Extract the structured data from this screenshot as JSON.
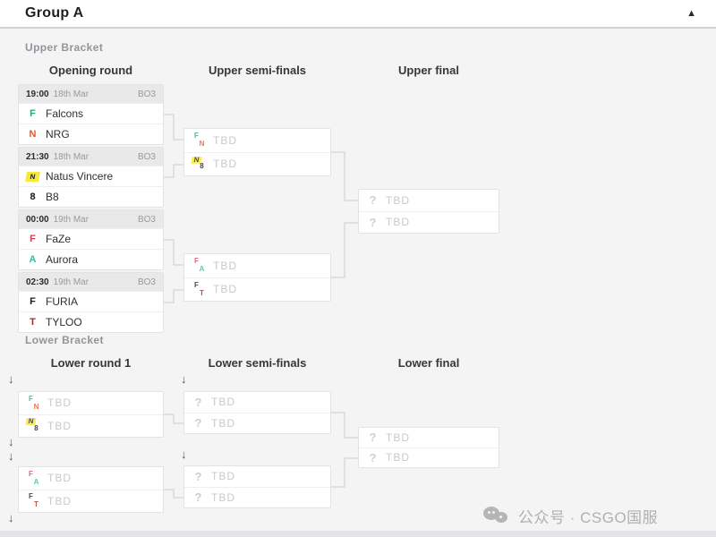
{
  "header": {
    "title": "Group A",
    "collapse_icon": "▲"
  },
  "upper": {
    "section_label": "Upper Bracket",
    "columns": [
      "Opening round",
      "Upper semi-finals",
      "Upper final"
    ],
    "opening": [
      {
        "time": "19:00",
        "date": "18th Mar",
        "format": "BO3",
        "teams": [
          {
            "name": "Falcons",
            "logo": {
              "ch": "F",
              "fg": "#27aa6d",
              "bg": "transparent",
              "shape": "text"
            }
          },
          {
            "name": "NRG",
            "logo": {
              "ch": "N",
              "fg": "#e2572b",
              "bg": "transparent",
              "shape": "text"
            }
          }
        ]
      },
      {
        "time": "21:30",
        "date": "18th Mar",
        "format": "BO3",
        "teams": [
          {
            "name": "Natus Vincere",
            "logo": {
              "ch": "N",
              "fg": "#1d1d1d",
              "bg": "#f7e839",
              "shape": "tile"
            }
          },
          {
            "name": "B8",
            "logo": {
              "ch": "8",
              "fg": "#141414",
              "bg": "transparent",
              "shape": "text"
            }
          }
        ]
      },
      {
        "time": "00:00",
        "date": "19th Mar",
        "format": "BO3",
        "teams": [
          {
            "name": "FaZe",
            "logo": {
              "ch": "F",
              "fg": "#e03a4e",
              "bg": "transparent",
              "shape": "text"
            }
          },
          {
            "name": "Aurora",
            "logo": {
              "ch": "A",
              "fg": "#2cc0a0",
              "bg": "transparent",
              "shape": "text"
            }
          }
        ]
      },
      {
        "time": "02:30",
        "date": "19th Mar",
        "format": "BO3",
        "teams": [
          {
            "name": "FURIA",
            "logo": {
              "ch": "F",
              "fg": "#1c1c1c",
              "bg": "transparent",
              "shape": "text"
            }
          },
          {
            "name": "TYLOO",
            "logo": {
              "ch": "T",
              "fg": "#93322c",
              "bg": "transparent",
              "shape": "text"
            }
          }
        ]
      }
    ],
    "semis": [
      {
        "slots": [
          {
            "label": "TBD",
            "cands": [
              {
                "ch": "F",
                "fg": "#27aa6d",
                "bg": "transparent",
                "shape": "text"
              },
              {
                "ch": "N",
                "fg": "#e2572b",
                "bg": "transparent",
                "shape": "text"
              }
            ]
          },
          {
            "label": "TBD",
            "cands": [
              {
                "ch": "N",
                "fg": "#1d1d1d",
                "bg": "#f7e839",
                "shape": "tile"
              },
              {
                "ch": "8",
                "fg": "#141414",
                "bg": "transparent",
                "shape": "text"
              }
            ]
          }
        ]
      },
      {
        "slots": [
          {
            "label": "TBD",
            "cands": [
              {
                "ch": "F",
                "fg": "#e03a4e",
                "bg": "transparent",
                "shape": "text"
              },
              {
                "ch": "A",
                "fg": "#2cc0a0",
                "bg": "transparent",
                "shape": "text"
              }
            ]
          },
          {
            "label": "TBD",
            "cands": [
              {
                "ch": "F",
                "fg": "#1c1c1c",
                "bg": "transparent",
                "shape": "text"
              },
              {
                "ch": "T",
                "fg": "#93322c",
                "bg": "transparent",
                "shape": "text"
              }
            ]
          }
        ]
      }
    ],
    "final": {
      "slots": [
        {
          "icon": "?",
          "label": "TBD"
        },
        {
          "icon": "?",
          "label": "TBD"
        }
      ]
    }
  },
  "lower": {
    "section_label": "Lower Bracket",
    "columns": [
      "Lower round 1",
      "Lower semi-finals",
      "Lower final"
    ],
    "drop_icon": "↓",
    "round1": [
      {
        "slots": [
          {
            "label": "TBD",
            "cands": [
              {
                "ch": "F",
                "fg": "#27aa6d",
                "bg": "transparent",
                "shape": "text"
              },
              {
                "ch": "N",
                "fg": "#e2572b",
                "bg": "transparent",
                "shape": "text"
              }
            ]
          },
          {
            "label": "TBD",
            "cands": [
              {
                "ch": "N",
                "fg": "#1d1d1d",
                "bg": "#f7e839",
                "shape": "tile"
              },
              {
                "ch": "8",
                "fg": "#141414",
                "bg": "transparent",
                "shape": "text"
              }
            ]
          }
        ]
      },
      {
        "slots": [
          {
            "label": "TBD",
            "cands": [
              {
                "ch": "F",
                "fg": "#e03a4e",
                "bg": "transparent",
                "shape": "text"
              },
              {
                "ch": "A",
                "fg": "#2cc0a0",
                "bg": "transparent",
                "shape": "text"
              }
            ]
          },
          {
            "label": "TBD",
            "cands": [
              {
                "ch": "F",
                "fg": "#1c1c1c",
                "bg": "transparent",
                "shape": "text"
              },
              {
                "ch": "T",
                "fg": "#93322c",
                "bg": "transparent",
                "shape": "text"
              }
            ]
          }
        ]
      }
    ],
    "semis": [
      {
        "slots": [
          {
            "icon": "?",
            "label": "TBD"
          },
          {
            "icon": "?",
            "label": "TBD"
          }
        ]
      },
      {
        "slots": [
          {
            "icon": "?",
            "label": "TBD"
          },
          {
            "icon": "?",
            "label": "TBD"
          }
        ]
      }
    ],
    "final": {
      "slots": [
        {
          "icon": "?",
          "label": "TBD"
        },
        {
          "icon": "?",
          "label": "TBD"
        }
      ]
    }
  },
  "watermark": {
    "text": "公众号 · CSGO国服",
    "icon": "wechat-icon",
    "color": "#b0b0b3"
  },
  "colors": {
    "page_bg": "#f4f4f5",
    "header_bg": "#ffffff",
    "card_header_bg": "#e9e9ea",
    "card_border": "#e3e3e5",
    "connector": "#d9d9dc",
    "tbd_text": "#c9c9cd"
  }
}
